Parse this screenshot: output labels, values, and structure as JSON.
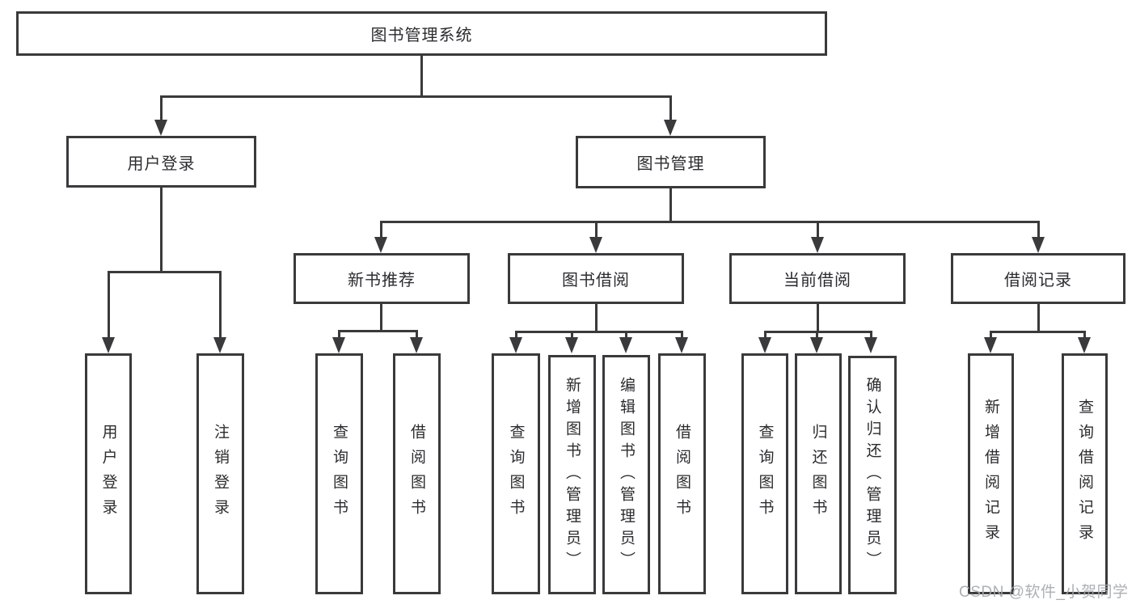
{
  "colors": {
    "background": "#ffffff",
    "line": "#3a3a3c",
    "node_text": "#2c2c30",
    "watermark_text": "#a3a9af"
  },
  "watermark": {
    "text": "CSDN @软件_小贺同学"
  },
  "chart_data": {
    "type": "tree-diagram",
    "title": "图书管理系统"
  },
  "diagram": {
    "title": "图书管理系统",
    "level2": [
      {
        "label": "用户登录"
      },
      {
        "label": "图书管理"
      }
    ],
    "level3": [
      {
        "label": "新书推荐"
      },
      {
        "label": "图书借阅"
      },
      {
        "label": "当前借阅"
      },
      {
        "label": "借阅记录"
      }
    ],
    "level4": {
      "user_login": [
        {
          "label": "用户登录"
        },
        {
          "label": "注销登录"
        }
      ],
      "new_books": [
        {
          "label": "查询图书"
        },
        {
          "label": "借阅图书"
        }
      ],
      "book_borrow": [
        {
          "label": "查询图书"
        },
        {
          "label": "新增图书（管理员）"
        },
        {
          "label": "编辑图书（管理员）"
        },
        {
          "label": "借阅图书"
        }
      ],
      "current_borrow": [
        {
          "label": "查询图书"
        },
        {
          "label": "归还图书"
        },
        {
          "label": "确认归还（管理员）"
        }
      ],
      "borrow_records": [
        {
          "label": "新增借阅记录"
        },
        {
          "label": "查询借阅记录"
        }
      ]
    }
  }
}
